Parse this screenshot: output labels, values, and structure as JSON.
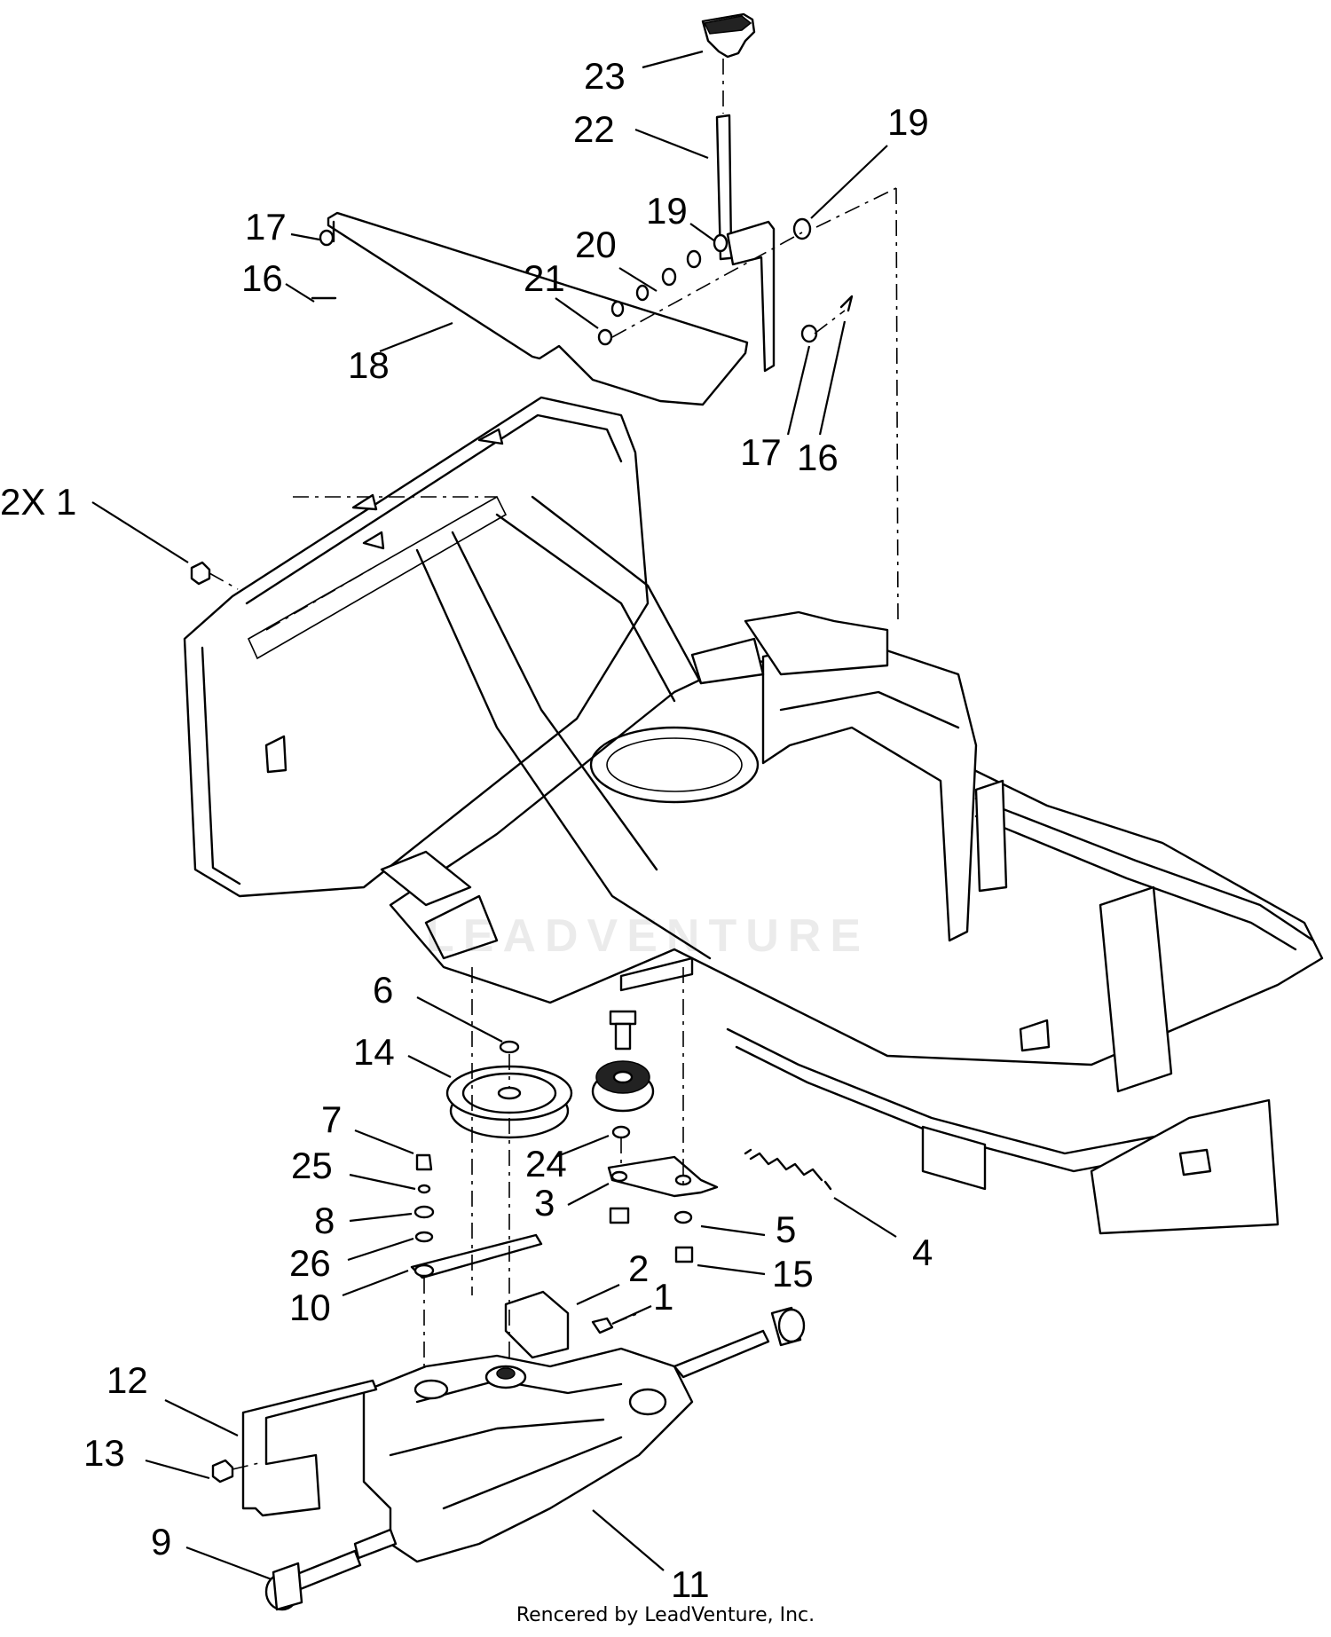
{
  "watermark": "LEADVENTURE",
  "credit": "Rencered by LeadVenture, Inc.",
  "callouts": [
    {
      "id": "c23",
      "text": "23"
    },
    {
      "id": "c22",
      "text": "22"
    },
    {
      "id": "c19a",
      "text": "19"
    },
    {
      "id": "c19b",
      "text": "19"
    },
    {
      "id": "c20",
      "text": "20"
    },
    {
      "id": "c21",
      "text": "21"
    },
    {
      "id": "c17a",
      "text": "17"
    },
    {
      "id": "c16a",
      "text": "16"
    },
    {
      "id": "c18",
      "text": "18"
    },
    {
      "id": "c17b",
      "text": "17"
    },
    {
      "id": "c16b",
      "text": "16"
    },
    {
      "id": "c2x1",
      "text": "2X 1"
    },
    {
      "id": "c6",
      "text": "6"
    },
    {
      "id": "c14",
      "text": "14"
    },
    {
      "id": "c7",
      "text": "7"
    },
    {
      "id": "c25",
      "text": "25"
    },
    {
      "id": "c24",
      "text": "24"
    },
    {
      "id": "c3",
      "text": "3"
    },
    {
      "id": "c8",
      "text": "8"
    },
    {
      "id": "c5",
      "text": "5"
    },
    {
      "id": "c4",
      "text": "4"
    },
    {
      "id": "c26",
      "text": "26"
    },
    {
      "id": "c15",
      "text": "15"
    },
    {
      "id": "c2",
      "text": "2"
    },
    {
      "id": "c1",
      "text": "1"
    },
    {
      "id": "c10",
      "text": "10"
    },
    {
      "id": "c12",
      "text": "12"
    },
    {
      "id": "c13",
      "text": "13"
    },
    {
      "id": "c9",
      "text": "9"
    },
    {
      "id": "c11",
      "text": "11"
    }
  ]
}
